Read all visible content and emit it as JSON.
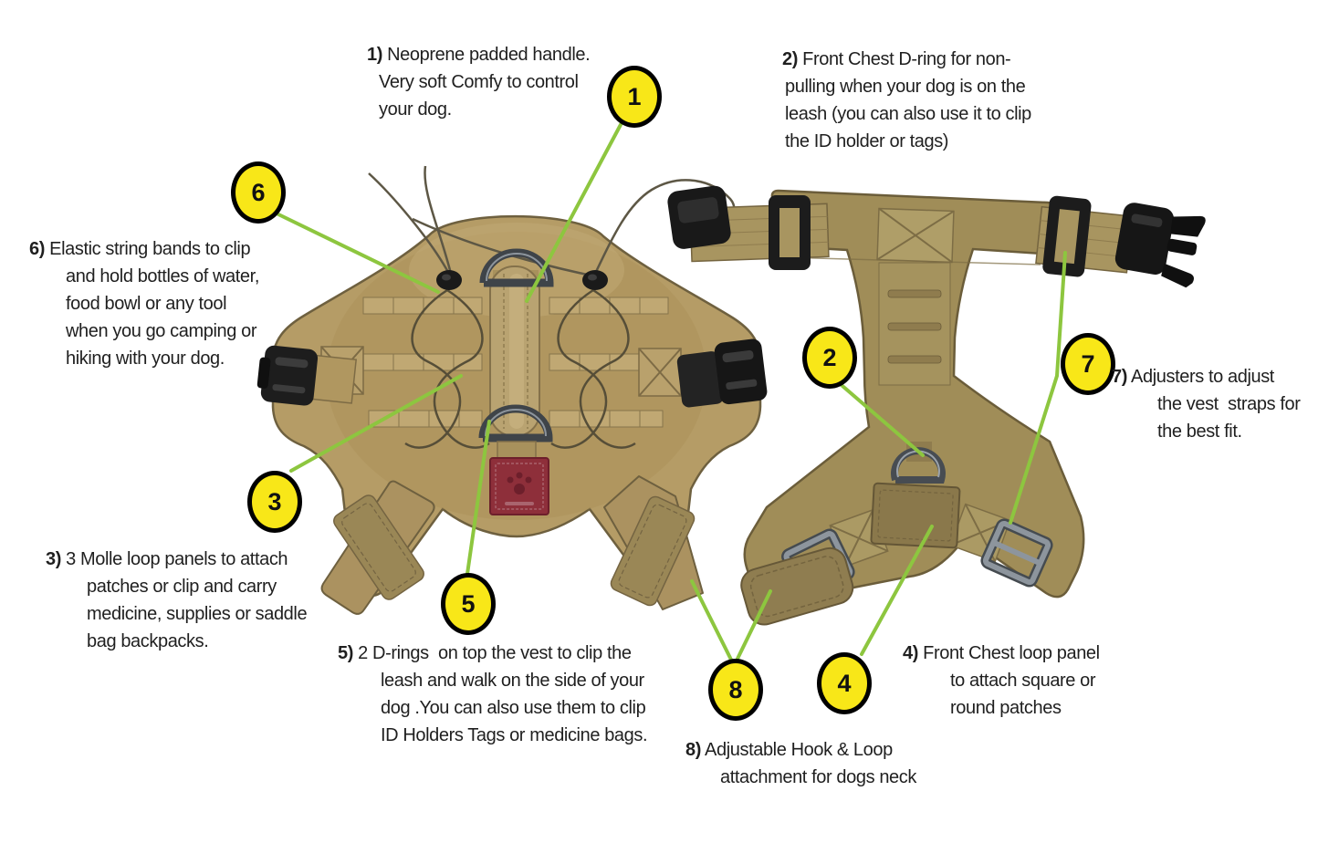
{
  "colors": {
    "background": "#ffffff",
    "text": "#1f1f1f",
    "callout_fill": "#f8e718",
    "callout_border": "#000000",
    "leader_line": "#8dc63f",
    "harness_tan": "#b59c66",
    "harness_olive": "#a08d58",
    "patch_red": "#8e2f3a"
  },
  "callouts": [
    {
      "number": "1",
      "prefix": "1)",
      "lines": [
        " Neoprene padded handle.",
        "Very soft Comfy to control",
        "your dog."
      ]
    },
    {
      "number": "2",
      "prefix": "2)",
      "lines": [
        " Front Chest D-ring for non-",
        "pulling when your dog is on the",
        "leash (you can also use it to clip",
        "the ID holder or tags)"
      ]
    },
    {
      "number": "3",
      "prefix": "3)",
      "lines": [
        " 3 Molle loop panels to attach",
        "patches or clip and carry",
        "medicine, supplies or saddle",
        "bag backpacks."
      ]
    },
    {
      "number": "4",
      "prefix": "4)",
      "lines": [
        " Front Chest loop panel",
        "to attach square or",
        "round patches"
      ]
    },
    {
      "number": "5",
      "prefix": "5)",
      "lines": [
        " 2 D-rings  on top the vest to clip the",
        "leash and walk on the side of your",
        "dog .You can also use them to clip",
        "ID Holders Tags or medicine bags."
      ]
    },
    {
      "number": "6",
      "prefix": "6)",
      "lines": [
        " Elastic string bands to clip",
        "and hold bottles of water,",
        "food bowl or any tool",
        "when you go camping or",
        "hiking with your dog."
      ]
    },
    {
      "number": "7",
      "prefix": "7)",
      "lines": [
        " Adjusters to adjust",
        "the vest  straps for",
        "the best fit."
      ]
    },
    {
      "number": "8",
      "prefix": "8)",
      "lines": [
        " Adjustable Hook & Loop",
        "attachment for dogs neck"
      ]
    }
  ]
}
